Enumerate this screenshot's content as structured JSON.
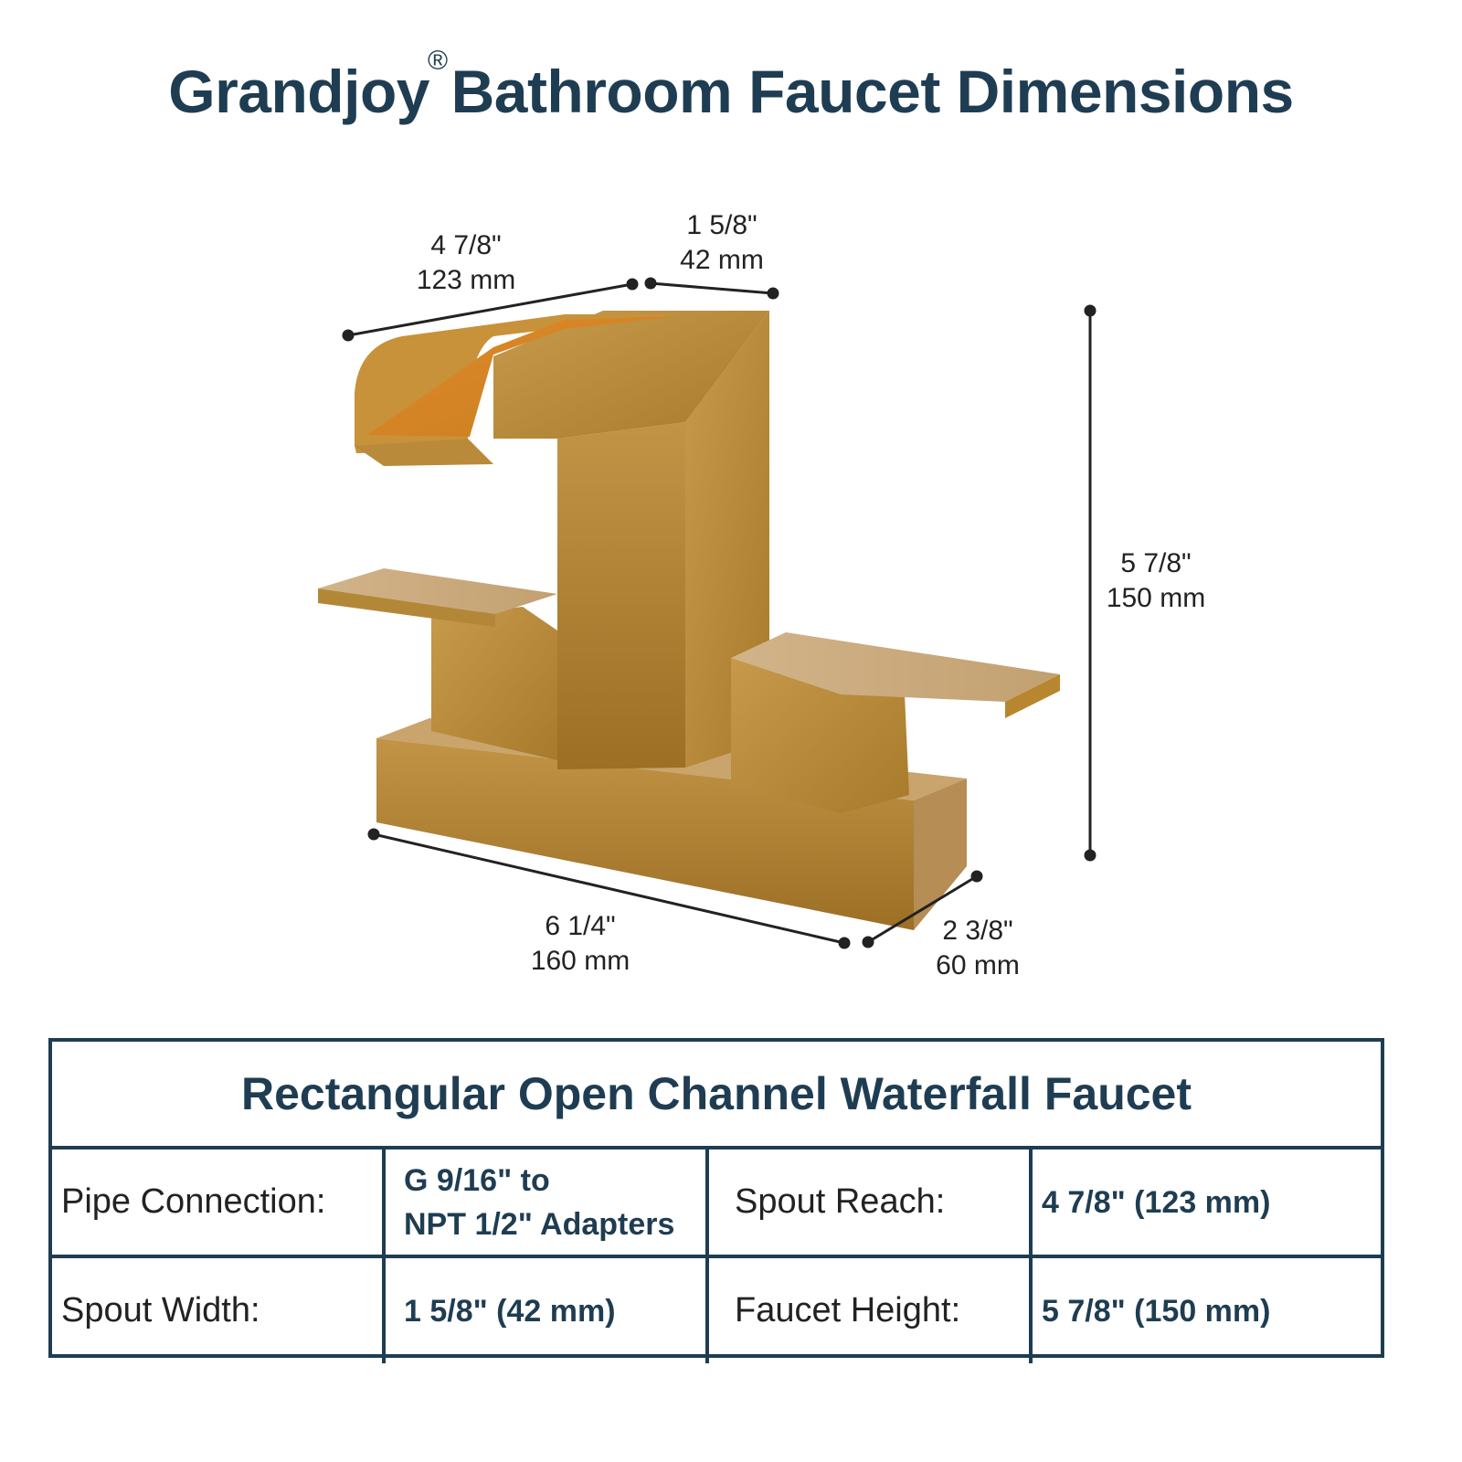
{
  "header": {
    "brand": "Grandjoy",
    "registered_mark": "®",
    "title_rest": "Bathroom Faucet Dimensions"
  },
  "dimensions": {
    "spout_reach": {
      "imperial": "4 7/8\"",
      "metric": "123 mm"
    },
    "spout_width": {
      "imperial": "1 5/8\"",
      "metric": "42 mm"
    },
    "height": {
      "imperial": "5 7/8\"",
      "metric": "150 mm"
    },
    "base_length": {
      "imperial": "6 1/4\"",
      "metric": "160 mm"
    },
    "base_depth": {
      "imperial": "2 3/8\"",
      "metric": "60 mm"
    }
  },
  "colors": {
    "accent": "#1f3d52",
    "gold": "#b8893a",
    "text": "#222222"
  },
  "spec_table": {
    "title": "Rectangular Open Channel Waterfall Faucet",
    "rows": [
      {
        "label1": "Pipe Connection:",
        "value1_line1": "G 9/16\" to",
        "value1_line2": "NPT 1/2\" Adapters",
        "label2": "Spout Reach:",
        "value2": "4 7/8\" (123 mm)"
      },
      {
        "label1": "Spout Width:",
        "value1": "1 5/8\" (42 mm)",
        "label2": "Faucet Height:",
        "value2": "5 7/8\" (150 mm)"
      }
    ]
  }
}
